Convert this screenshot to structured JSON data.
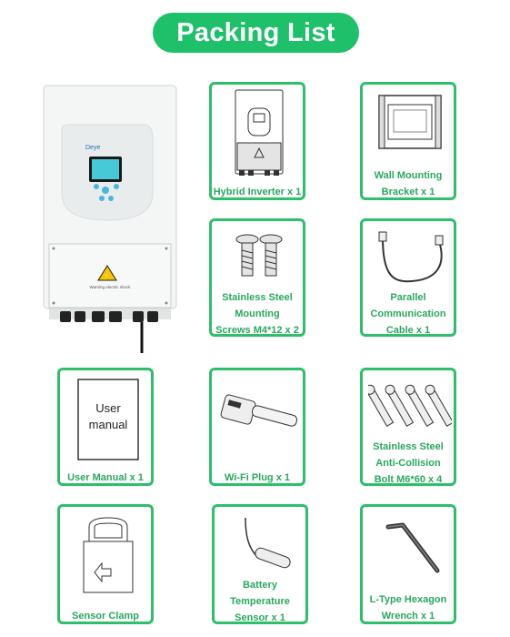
{
  "title": "Packing List",
  "inverter": {
    "brand": "Deye",
    "warning": "Warning electric shock"
  },
  "items": [
    {
      "id": "hybrid-inverter",
      "label": "Hybrid Inverter x 1"
    },
    {
      "id": "wall-bracket",
      "label_lines": [
        "Wall Mounting",
        "Bracket x 1"
      ]
    },
    {
      "id": "screws",
      "label_lines": [
        "Stainless Steel",
        "Mounting",
        "Screws M4*12 x 2"
      ]
    },
    {
      "id": "cable",
      "label_lines": [
        "Parallel",
        "Communication",
        "Cable x 1"
      ]
    },
    {
      "id": "user-manual",
      "label": "User Manual x 1",
      "manual_text_1": "User",
      "manual_text_2": "manual"
    },
    {
      "id": "wifi-plug",
      "label": "Wi-Fi Plug x 1"
    },
    {
      "id": "bolts",
      "label_lines": [
        "Stainless Steel",
        "Anti-Collision",
        "Bolt M6*60 x 4"
      ]
    },
    {
      "id": "sensor-clamp",
      "label": "Sensor Clamp"
    },
    {
      "id": "battery-sensor",
      "label_lines": [
        "Battery",
        "Temperature",
        "Sensor x 1"
      ]
    },
    {
      "id": "hex-wrench",
      "label_lines": [
        "L-Type Hexagon",
        "Wrench x 1"
      ]
    }
  ],
  "colors": {
    "accent": "#1ec06a",
    "border": "#2dbf6a",
    "label": "#2aa85e"
  }
}
